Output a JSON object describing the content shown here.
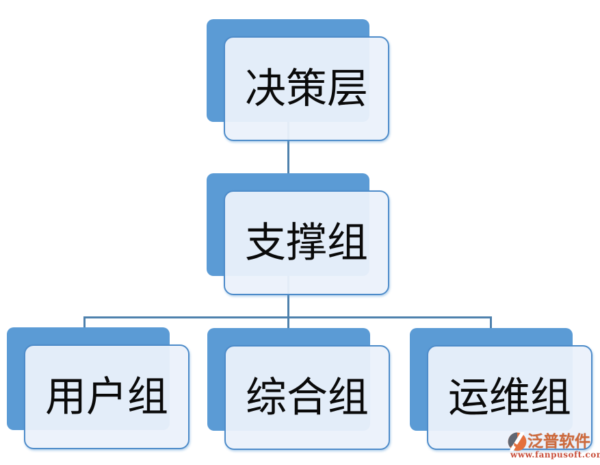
{
  "diagram": {
    "type": "org-chart",
    "nodes": [
      {
        "id": "decision-layer",
        "label": "决策层",
        "level": 1
      },
      {
        "id": "support-group",
        "label": "支撑组",
        "level": 2
      },
      {
        "id": "user-group",
        "label": "用户组",
        "level": 3
      },
      {
        "id": "general-group",
        "label": "综合组",
        "level": 3
      },
      {
        "id": "ops-group",
        "label": "运维组",
        "level": 3
      }
    ],
    "edges": [
      {
        "from": "决策层",
        "to": "支撑组"
      },
      {
        "from": "支撑组",
        "to": "用户组"
      },
      {
        "from": "支撑组",
        "to": "综合组"
      },
      {
        "from": "支撑组",
        "to": "运维组"
      }
    ]
  },
  "colors": {
    "shape_back": "#5b9bd5",
    "shape_front_fill": "#ebf1fb",
    "shape_border": "#4d8bc9",
    "connector": "#4e81ad",
    "logo_grey": "#5f6672",
    "logo_orange": "#e4703d",
    "brand_text": "#cd6a3d",
    "url_text": "#c9503c"
  },
  "watermark": {
    "brand": "泛普软件",
    "url": "www.fanpusoft.com"
  }
}
